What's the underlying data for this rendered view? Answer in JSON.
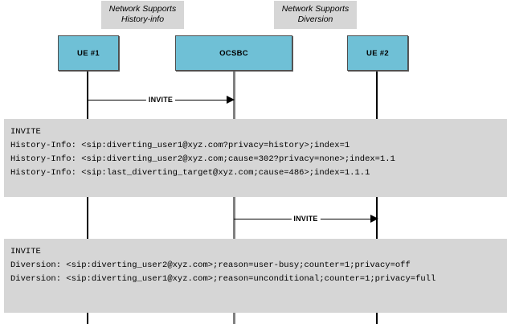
{
  "notes": [
    {
      "id": "history",
      "text": "Network Supports\nHistory-info"
    },
    {
      "id": "diversion",
      "text": "Network Supports\nDiversion"
    }
  ],
  "actors": [
    {
      "id": "ue1",
      "label": "UE #1"
    },
    {
      "id": "ocsbc",
      "label": "OCSBC"
    },
    {
      "id": "ue2",
      "label": "UE #2"
    }
  ],
  "messages": [
    {
      "id": "msg1",
      "label": "INVITE",
      "from": "UE #1",
      "to": "OCSBC"
    },
    {
      "id": "msg2",
      "label": "INVITE",
      "from": "OCSBC",
      "to": "UE #2"
    }
  ],
  "panels": {
    "history": {
      "lines": [
        "INVITE",
        "History-Info: <sip:diverting_user1@xyz.com?privacy=history>;index=1",
        "History-Info: <sip:diverting_user2@xyz.com;cause=302?privacy=none>;index=1.1",
        "History-Info: <sip:last_diverting_target@xyz.com;cause=486>;index=1.1.1"
      ]
    },
    "diversion": {
      "lines": [
        "INVITE",
        "Diversion: <sip:diverting_user2@xyz.com>;reason=user-busy;counter=1;privacy=off",
        "Diversion: <sip:diverting_user1@xyz.com>;reason=unconditional;counter=1;privacy=full"
      ]
    }
  },
  "colors": {
    "actor_fill": "#6fc0d6",
    "panel_fill": "#d6d6d6",
    "note_fill": "#d6d6d6",
    "line": "#000000"
  }
}
